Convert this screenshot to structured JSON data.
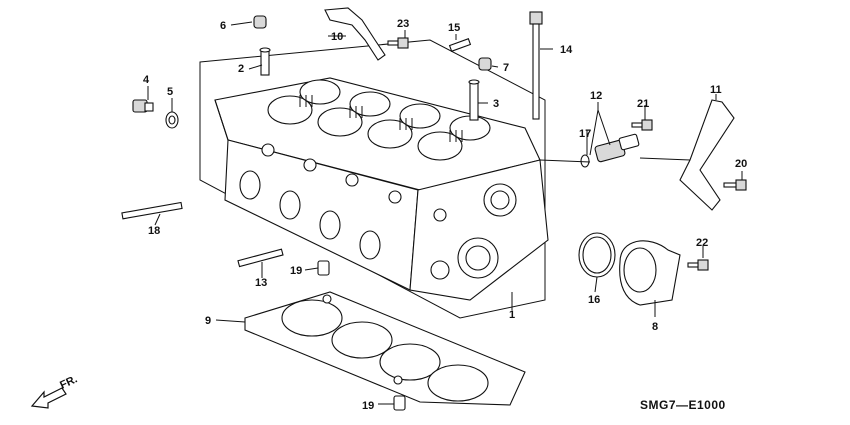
{
  "labels": {
    "p1": "1",
    "p2": "2",
    "p3": "3",
    "p4": "4",
    "p5": "5",
    "p6": "6",
    "p7": "7",
    "p8": "8",
    "p9": "9",
    "p10": "10",
    "p11": "11",
    "p12": "12",
    "p13": "13",
    "p14": "14",
    "p15": "15",
    "p16": "16",
    "p17": "17",
    "p18": "18",
    "p19a": "19",
    "p19b": "19",
    "p20": "20",
    "p21": "21",
    "p22": "22",
    "p23": "23"
  },
  "diagram_code": "SMG7—E1000",
  "front_marker": "FR."
}
